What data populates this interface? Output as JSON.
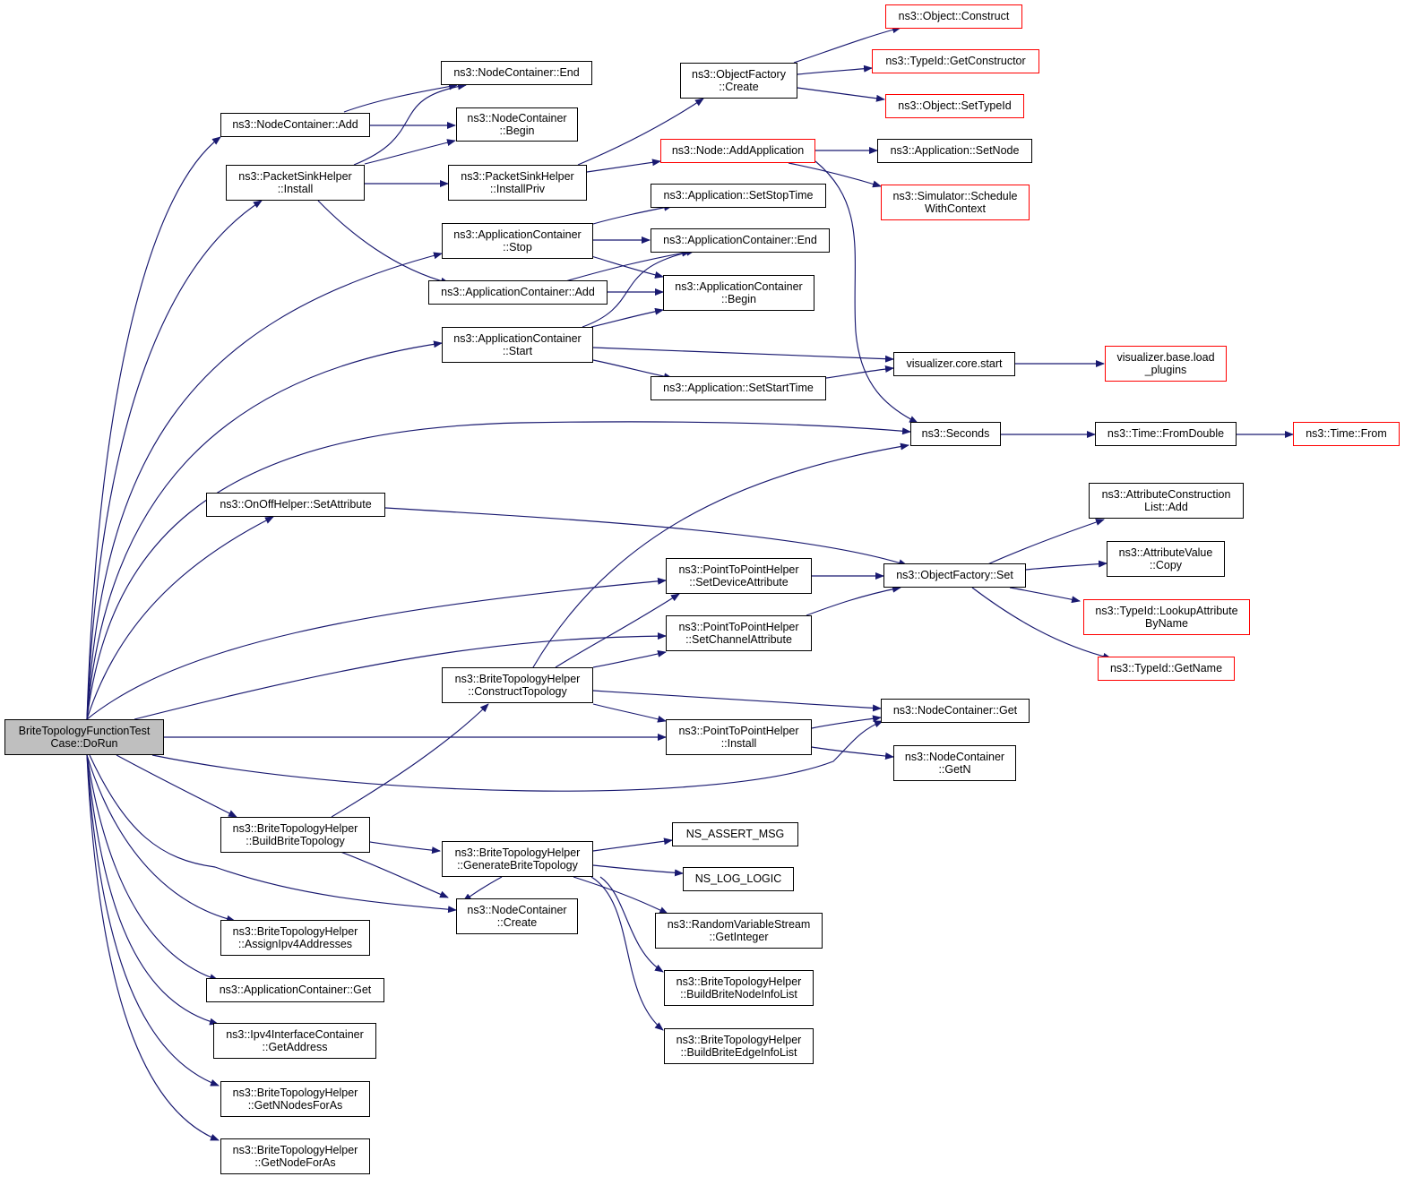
{
  "colors": {
    "edge": "#191970",
    "root_fill": "#bfbfbf",
    "incomplete_border": "#ff0000",
    "node_border": "#000000"
  },
  "nodes": [
    {
      "id": "dorun",
      "lines": [
        "BriteTopologyFunctionTest",
        "Case::DoRun"
      ],
      "root": true
    },
    {
      "id": "nc_add",
      "lines": [
        "ns3::NodeContainer::Add"
      ]
    },
    {
      "id": "psh_install",
      "lines": [
        "ns3::PacketSinkHelper",
        "::Install"
      ]
    },
    {
      "id": "nc_end",
      "lines": [
        "ns3::NodeContainer::End"
      ]
    },
    {
      "id": "nc_begin",
      "lines": [
        "ns3::NodeContainer",
        "::Begin"
      ]
    },
    {
      "id": "psh_installpriv",
      "lines": [
        "ns3::PacketSinkHelper",
        "::InstallPriv"
      ]
    },
    {
      "id": "of_create",
      "lines": [
        "ns3::ObjectFactory",
        "::Create"
      ]
    },
    {
      "id": "obj_construct",
      "lines": [
        "ns3::Object::Construct"
      ],
      "red": true
    },
    {
      "id": "typeid_getctor",
      "lines": [
        "ns3::TypeId::GetConstructor"
      ],
      "red": true
    },
    {
      "id": "obj_settypeid",
      "lines": [
        "ns3::Object::SetTypeId"
      ],
      "red": true
    },
    {
      "id": "node_addapp",
      "lines": [
        "ns3::Node::AddApplication"
      ],
      "red": true
    },
    {
      "id": "app_setnode",
      "lines": [
        "ns3::Application::SetNode"
      ]
    },
    {
      "id": "sim_schedule",
      "lines": [
        "ns3::Simulator::Schedule",
        "WithContext"
      ],
      "red": true
    },
    {
      "id": "app_setstoptime",
      "lines": [
        "ns3::Application::SetStopTime"
      ]
    },
    {
      "id": "ac_stop",
      "lines": [
        "ns3::ApplicationContainer",
        "::Stop"
      ]
    },
    {
      "id": "ac_end",
      "lines": [
        "ns3::ApplicationContainer::End"
      ]
    },
    {
      "id": "ac_add",
      "lines": [
        "ns3::ApplicationContainer::Add"
      ]
    },
    {
      "id": "ac_begin",
      "lines": [
        "ns3::ApplicationContainer",
        "::Begin"
      ]
    },
    {
      "id": "ac_start",
      "lines": [
        "ns3::ApplicationContainer",
        "::Start"
      ]
    },
    {
      "id": "vis_start",
      "lines": [
        "visualizer.core.start"
      ]
    },
    {
      "id": "vis_load",
      "lines": [
        "visualizer.base.load",
        "_plugins"
      ],
      "red": true
    },
    {
      "id": "app_setstarttime",
      "lines": [
        "ns3::Application::SetStartTime"
      ]
    },
    {
      "id": "seconds",
      "lines": [
        "ns3::Seconds"
      ]
    },
    {
      "id": "time_fromdouble",
      "lines": [
        "ns3::Time::FromDouble"
      ]
    },
    {
      "id": "time_from",
      "lines": [
        "ns3::Time::From"
      ],
      "red": true
    },
    {
      "id": "onoff_setattr",
      "lines": [
        "ns3::OnOffHelper::SetAttribute"
      ]
    },
    {
      "id": "acl_add",
      "lines": [
        "ns3::AttributeConstruction",
        "List::Add"
      ]
    },
    {
      "id": "av_copy",
      "lines": [
        "ns3::AttributeValue",
        "::Copy"
      ]
    },
    {
      "id": "p2p_setdevattr",
      "lines": [
        "ns3::PointToPointHelper",
        "::SetDeviceAttribute"
      ]
    },
    {
      "id": "of_set",
      "lines": [
        "ns3::ObjectFactory::Set"
      ]
    },
    {
      "id": "typeid_lookup",
      "lines": [
        "ns3::TypeId::LookupAttribute",
        "ByName"
      ],
      "red": true
    },
    {
      "id": "p2p_setchattr",
      "lines": [
        "ns3::PointToPointHelper",
        "::SetChannelAttribute"
      ]
    },
    {
      "id": "typeid_getname",
      "lines": [
        "ns3::TypeId::GetName"
      ],
      "red": true
    },
    {
      "id": "bth_construct",
      "lines": [
        "ns3::BriteTopologyHelper",
        "::ConstructTopology"
      ]
    },
    {
      "id": "nc_get",
      "lines": [
        "ns3::NodeContainer::Get"
      ]
    },
    {
      "id": "p2p_install",
      "lines": [
        "ns3::PointToPointHelper",
        "::Install"
      ]
    },
    {
      "id": "nc_getn",
      "lines": [
        "ns3::NodeContainer",
        "::GetN"
      ]
    },
    {
      "id": "bth_buildbrite",
      "lines": [
        "ns3::BriteTopologyHelper",
        "::BuildBriteTopology"
      ]
    },
    {
      "id": "bth_generate",
      "lines": [
        "ns3::BriteTopologyHelper",
        "::GenerateBriteTopology"
      ]
    },
    {
      "id": "ns_assert",
      "lines": [
        "NS_ASSERT_MSG"
      ]
    },
    {
      "id": "ns_log",
      "lines": [
        "NS_LOG_LOGIC"
      ]
    },
    {
      "id": "rvs_getint",
      "lines": [
        "ns3::RandomVariableStream",
        "::GetInteger"
      ]
    },
    {
      "id": "nc_create",
      "lines": [
        "ns3::NodeContainer",
        "::Create"
      ]
    },
    {
      "id": "bth_nodeinfo",
      "lines": [
        "ns3::BriteTopologyHelper",
        "::BuildBriteNodeInfoList"
      ]
    },
    {
      "id": "bth_edgeinfo",
      "lines": [
        "ns3::BriteTopologyHelper",
        "::BuildBriteEdgeInfoList"
      ]
    },
    {
      "id": "bth_assign",
      "lines": [
        "ns3::BriteTopologyHelper",
        "::AssignIpv4Addresses"
      ]
    },
    {
      "id": "ac_get",
      "lines": [
        "ns3::ApplicationContainer::Get"
      ]
    },
    {
      "id": "ipv4_getaddr",
      "lines": [
        "ns3::Ipv4InterfaceContainer",
        "::GetAddress"
      ]
    },
    {
      "id": "bth_getnnodes",
      "lines": [
        "ns3::BriteTopologyHelper",
        "::GetNNodesForAs"
      ]
    },
    {
      "id": "bth_getnode",
      "lines": [
        "ns3::BriteTopologyHelper",
        "::GetNodeForAs"
      ]
    }
  ]
}
